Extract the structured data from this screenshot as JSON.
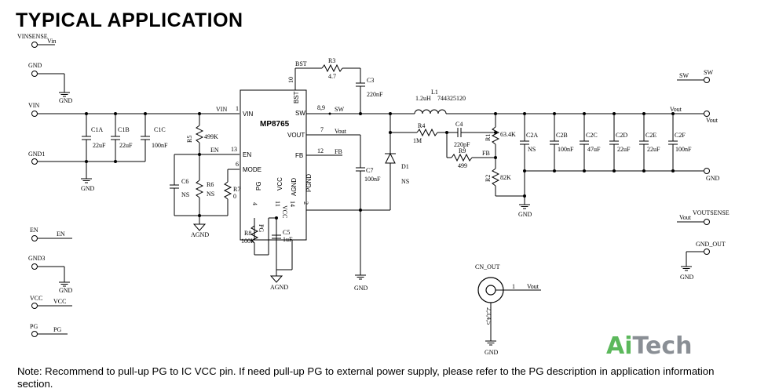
{
  "title": "TYPICAL APPLICATION",
  "note": "Note: Recommend to pull-up PG to IC VCC pin. If need pull-up PG to external power supply, please refer to the PG description in application information section.",
  "logo": {
    "part1": "Ai",
    "part2": "Tech",
    "colors": {
      "part1": "#5cb85c",
      "part2": "#8a8f95"
    }
  },
  "ic": {
    "name": "MP8765",
    "pins": [
      {
        "num": "1",
        "name": "VIN"
      },
      {
        "num": "13",
        "name": "EN"
      },
      {
        "num": "6",
        "name": "MODE"
      },
      {
        "num": "10",
        "name": "BST"
      },
      {
        "num": "8,9",
        "name": "SW"
      },
      {
        "num": "7",
        "name": "VOUT"
      },
      {
        "num": "12",
        "name": "FB"
      },
      {
        "num": "4",
        "name": "PG"
      },
      {
        "num": "11",
        "name": "VCC"
      },
      {
        "num": "14",
        "name": "AGND"
      },
      {
        "num": "2",
        "name": "PGND"
      }
    ]
  },
  "ports": {
    "vinsense": "VINSENSE",
    "gnd": "GND",
    "vin": "VIN",
    "gnd1": "GND1",
    "en": "EN",
    "gnd3": "GND3",
    "vcc": "VCC",
    "pg": "PG",
    "sw": "SW",
    "vout": "Vout",
    "voutsense": "VOUTSENSE",
    "gnd_out": "GND_OUT",
    "cn_out": "CN_OUT"
  },
  "nets": {
    "vin": "Vin",
    "vin_wire": "VIN",
    "en_wire": "EN",
    "bst": "BST",
    "sw": "SW",
    "vout": "Vout",
    "fb": "FB",
    "vcc": "VCC",
    "pg": "PG",
    "gnd": "GND",
    "agnd": "AGND",
    "vout_port": "Vout",
    "vcc_pin": "VCC"
  },
  "cn_out_pins": {
    "p1": "1",
    "p2": "2,3,4,5"
  },
  "components": {
    "R1": {
      "ref": "R1",
      "value": "63.4K"
    },
    "R2": {
      "ref": "R2",
      "value": "82K"
    },
    "R3": {
      "ref": "R3",
      "value": "4.7"
    },
    "R4": {
      "ref": "R4",
      "value": "1M"
    },
    "R5": {
      "ref": "R5",
      "value": "499K"
    },
    "R6": {
      "ref": "R6",
      "value": "NS"
    },
    "R7": {
      "ref": "R7",
      "value": "0"
    },
    "R8": {
      "ref": "R8",
      "value": "100K"
    },
    "R9": {
      "ref": "R9",
      "value": "499"
    },
    "C1A": {
      "ref": "C1A",
      "value": "22uF"
    },
    "C1B": {
      "ref": "C1B",
      "value": "22uF"
    },
    "C1C": {
      "ref": "C1C",
      "value": "100nF"
    },
    "C2A": {
      "ref": "C2A",
      "value": "NS"
    },
    "C2B": {
      "ref": "C2B",
      "value": "100nF"
    },
    "C2C": {
      "ref": "C2C",
      "value": "47uF"
    },
    "C2D": {
      "ref": "C2D",
      "value": "22uF"
    },
    "C2E": {
      "ref": "C2E",
      "value": "22uF"
    },
    "C2F": {
      "ref": "C2F",
      "value": "100nF"
    },
    "C3": {
      "ref": "C3",
      "value": "220nF"
    },
    "C4": {
      "ref": "C4",
      "value": "220pF"
    },
    "C5": {
      "ref": "C5",
      "value": "1uF"
    },
    "C6": {
      "ref": "C6",
      "value": "NS"
    },
    "C7": {
      "ref": "C7",
      "value": "100nF"
    },
    "D1": {
      "ref": "D1",
      "value": "NS"
    },
    "L1": {
      "ref": "L1",
      "value": "1.2uH",
      "part": "744325120"
    }
  }
}
